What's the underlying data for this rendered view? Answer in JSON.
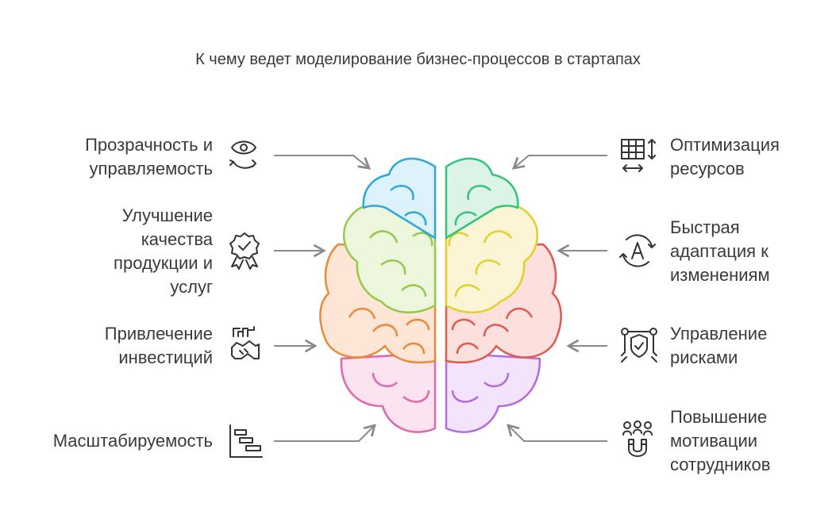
{
  "title": "К чему ведет моделирование бизнес-процессов в стартапах",
  "left_items": [
    {
      "lines": [
        "Прозрачность и",
        "управляемость"
      ],
      "icon": "eye-cycle-icon"
    },
    {
      "lines": [
        "Улучшение",
        "качества",
        "продукции и",
        "услуг"
      ],
      "icon": "quality-badge-icon"
    },
    {
      "lines": [
        "Привлечение",
        "инвестиций"
      ],
      "icon": "handshake-investment-icon"
    },
    {
      "lines": [
        "Масштабируемость"
      ],
      "icon": "gantt-chart-icon"
    }
  ],
  "right_items": [
    {
      "lines": [
        "Оптимизация",
        "ресурсов"
      ],
      "icon": "resize-grid-icon"
    },
    {
      "lines": [
        "Быстрая",
        "адаптация к",
        "изменениям"
      ],
      "icon": "adapt-cycle-icon"
    },
    {
      "lines": [
        "Управление",
        "рисками"
      ],
      "icon": "shield-network-icon"
    },
    {
      "lines": [
        "Повышение",
        "мотивации",
        "сотрудников"
      ],
      "icon": "people-magnet-icon"
    }
  ],
  "colors": {
    "blue": "#2ea8d9",
    "green": "#34c37a",
    "lime": "#96c84a",
    "yellow": "#e3cf2c",
    "orange": "#e88a3a",
    "red": "#e05a4e",
    "pink": "#e067a8",
    "purple": "#b46ae0",
    "text": "#3a3a3a",
    "arrow": "#8a8a8a"
  }
}
